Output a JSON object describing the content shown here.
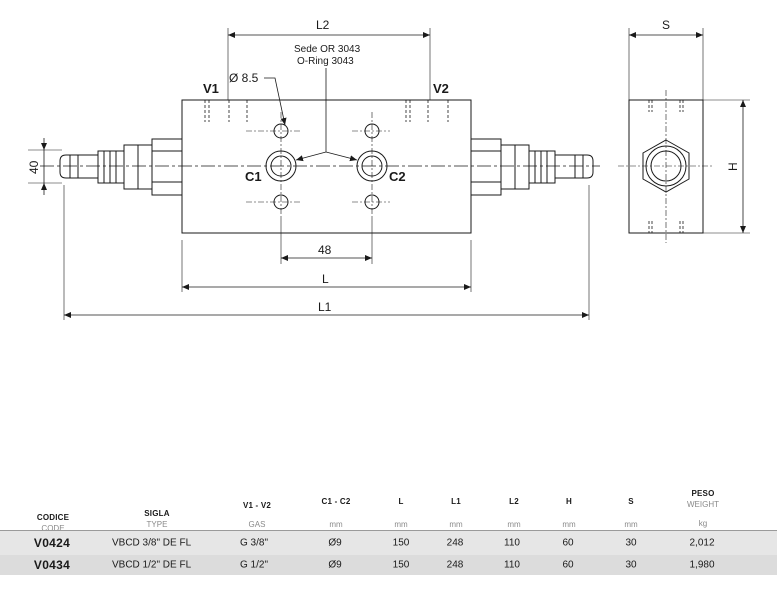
{
  "drawing": {
    "dims": {
      "L2": "L2",
      "S": "S",
      "H": "H",
      "d40": "40",
      "d48": "48",
      "L": "L",
      "L1": "L1",
      "diameter": "Ø 8.5"
    },
    "ports": {
      "V1": "V1",
      "V2": "V2",
      "C1": "C1",
      "C2": "C2"
    },
    "note": {
      "line1": "Sede OR 3043",
      "line2": "O-Ring 3043"
    }
  },
  "table": {
    "headers": [
      {
        "main": "CODICE",
        "sub": "CODE"
      },
      {
        "main": "SIGLA",
        "sub": "TYPE"
      },
      {
        "main": "V1 - V2",
        "sub": "GAS"
      },
      {
        "main": "C1 - C2",
        "sub": "mm"
      },
      {
        "main": "L",
        "sub": "mm"
      },
      {
        "main": "L1",
        "sub": "mm"
      },
      {
        "main": "L2",
        "sub": "mm"
      },
      {
        "main": "H",
        "sub": "mm"
      },
      {
        "main": "S",
        "sub": "mm"
      },
      {
        "main": "PESO",
        "sub": "WEIGHT",
        "sub2": "kg"
      }
    ],
    "rows": [
      [
        "V0424",
        "VBCD 3/8\" DE FL",
        "G 3/8\"",
        "Ø9",
        "150",
        "248",
        "110",
        "60",
        "30",
        "2,012"
      ],
      [
        "V0434",
        "VBCD 1/2\" DE FL",
        "G 1/2\"",
        "Ø9",
        "150",
        "248",
        "110",
        "60",
        "30",
        "1,980"
      ]
    ]
  }
}
